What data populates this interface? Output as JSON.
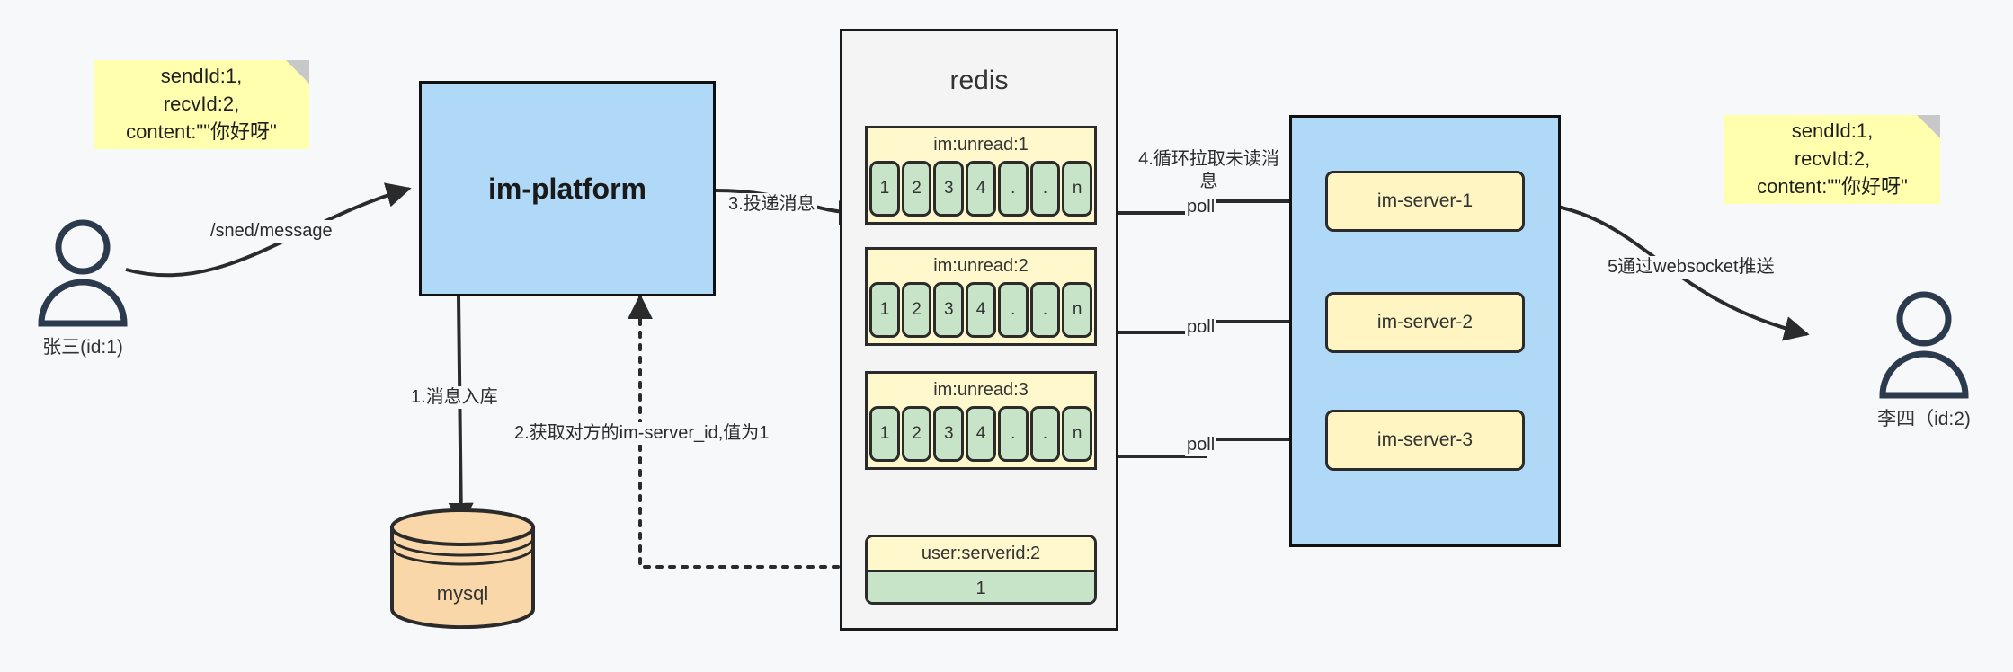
{
  "diagram": {
    "title": "IM message delivery architecture",
    "colors": {
      "background": "#f7f8f9",
      "note_yellow": "#ffffad",
      "box_blue": "#b0d9f7",
      "queue_yellow": "#fff8cc",
      "cell_green": "#c7e4c9",
      "chip_yellow": "#fff5c2",
      "mysql_orange": "#fad7a9",
      "stroke_dark": "#1a1a1a",
      "actor_navy": "#2c3a4d"
    }
  },
  "notes": {
    "left": "sendId:1,\nrecvId:2,\ncontent:\"\"你好呀\"",
    "right": "sendId:1,\nrecvId:2,\ncontent:\"\"你好呀\""
  },
  "actors": {
    "sender": {
      "label": "张三(id:1)"
    },
    "receiver": {
      "label": "李四（id:2)"
    }
  },
  "nodes": {
    "platform": "im-platform",
    "redis": "redis",
    "mysql": "mysql"
  },
  "redis": {
    "queues": [
      {
        "key": "im:unread:1",
        "cells": [
          "1",
          "2",
          "3",
          "4",
          ".",
          ".",
          "n"
        ]
      },
      {
        "key": "im:unread:2",
        "cells": [
          "1",
          "2",
          "3",
          "4",
          ".",
          ".",
          "n"
        ]
      },
      {
        "key": "im:unread:3",
        "cells": [
          "1",
          "2",
          "3",
          "4",
          ".",
          ".",
          "n"
        ]
      }
    ],
    "kv": {
      "key": "user:serverid:2",
      "value": "1"
    }
  },
  "servers": [
    {
      "label": "im-server-1"
    },
    {
      "label": "im-server-2"
    },
    {
      "label": "im-server-3"
    }
  ],
  "edges": {
    "send_message": "/sned/message",
    "step1": "1.消息入库",
    "step2": "2.获取对方的im-server_id,值为1",
    "step3": "3.投递消息",
    "step4": "4.循环拉取未读消息",
    "step5": "5通过websocket推送",
    "poll1": "poll",
    "poll2": "poll",
    "poll3": "poll"
  }
}
